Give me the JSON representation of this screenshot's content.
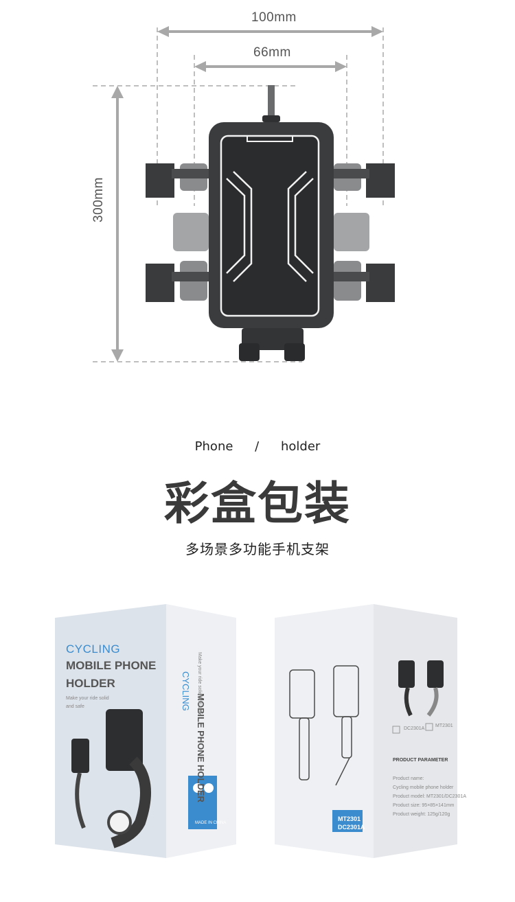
{
  "dimensions": {
    "width": "100mm",
    "inner_width": "66mm",
    "height": "300mm"
  },
  "section": {
    "title_en_left": "Phone",
    "title_en_sep": "/",
    "title_en_right": "holder",
    "title_cn": "彩盒包装",
    "subtitle_cn": "多场景多功能手机支架"
  },
  "box_left": {
    "line1": "CYCLING",
    "line2": "MOBILE PHONE",
    "line3": "HOLDER",
    "tagline1": "Make your ride solid",
    "tagline2": "and safe",
    "side_cycling": "CYCLING",
    "side_title": "MOBILE PHONE HOLDER",
    "side_tagline": "Make your ride solid and safe",
    "made_in": "MADE IN CHINA"
  },
  "box_right": {
    "model_label_1": "DC2301A",
    "model_label_2": "MT2301",
    "params_title": "PRODUCT PARAMETER",
    "param_lines": [
      "Product name:",
      "Cycling mobile phone holder",
      "Product model: MT2301/DC2301A",
      "Product size: 95×85×141mm",
      "Product weight: 125g/120g"
    ],
    "model_badge_1": "MT2301",
    "model_badge_2": "DC2301A",
    "accent_color": "#2f8fd4"
  },
  "colors": {
    "holder_dark": "#3b3c3e",
    "holder_gray": "#8f9092",
    "dim_line": "#a8a8a8",
    "box_blue": "#3a8ccf"
  }
}
